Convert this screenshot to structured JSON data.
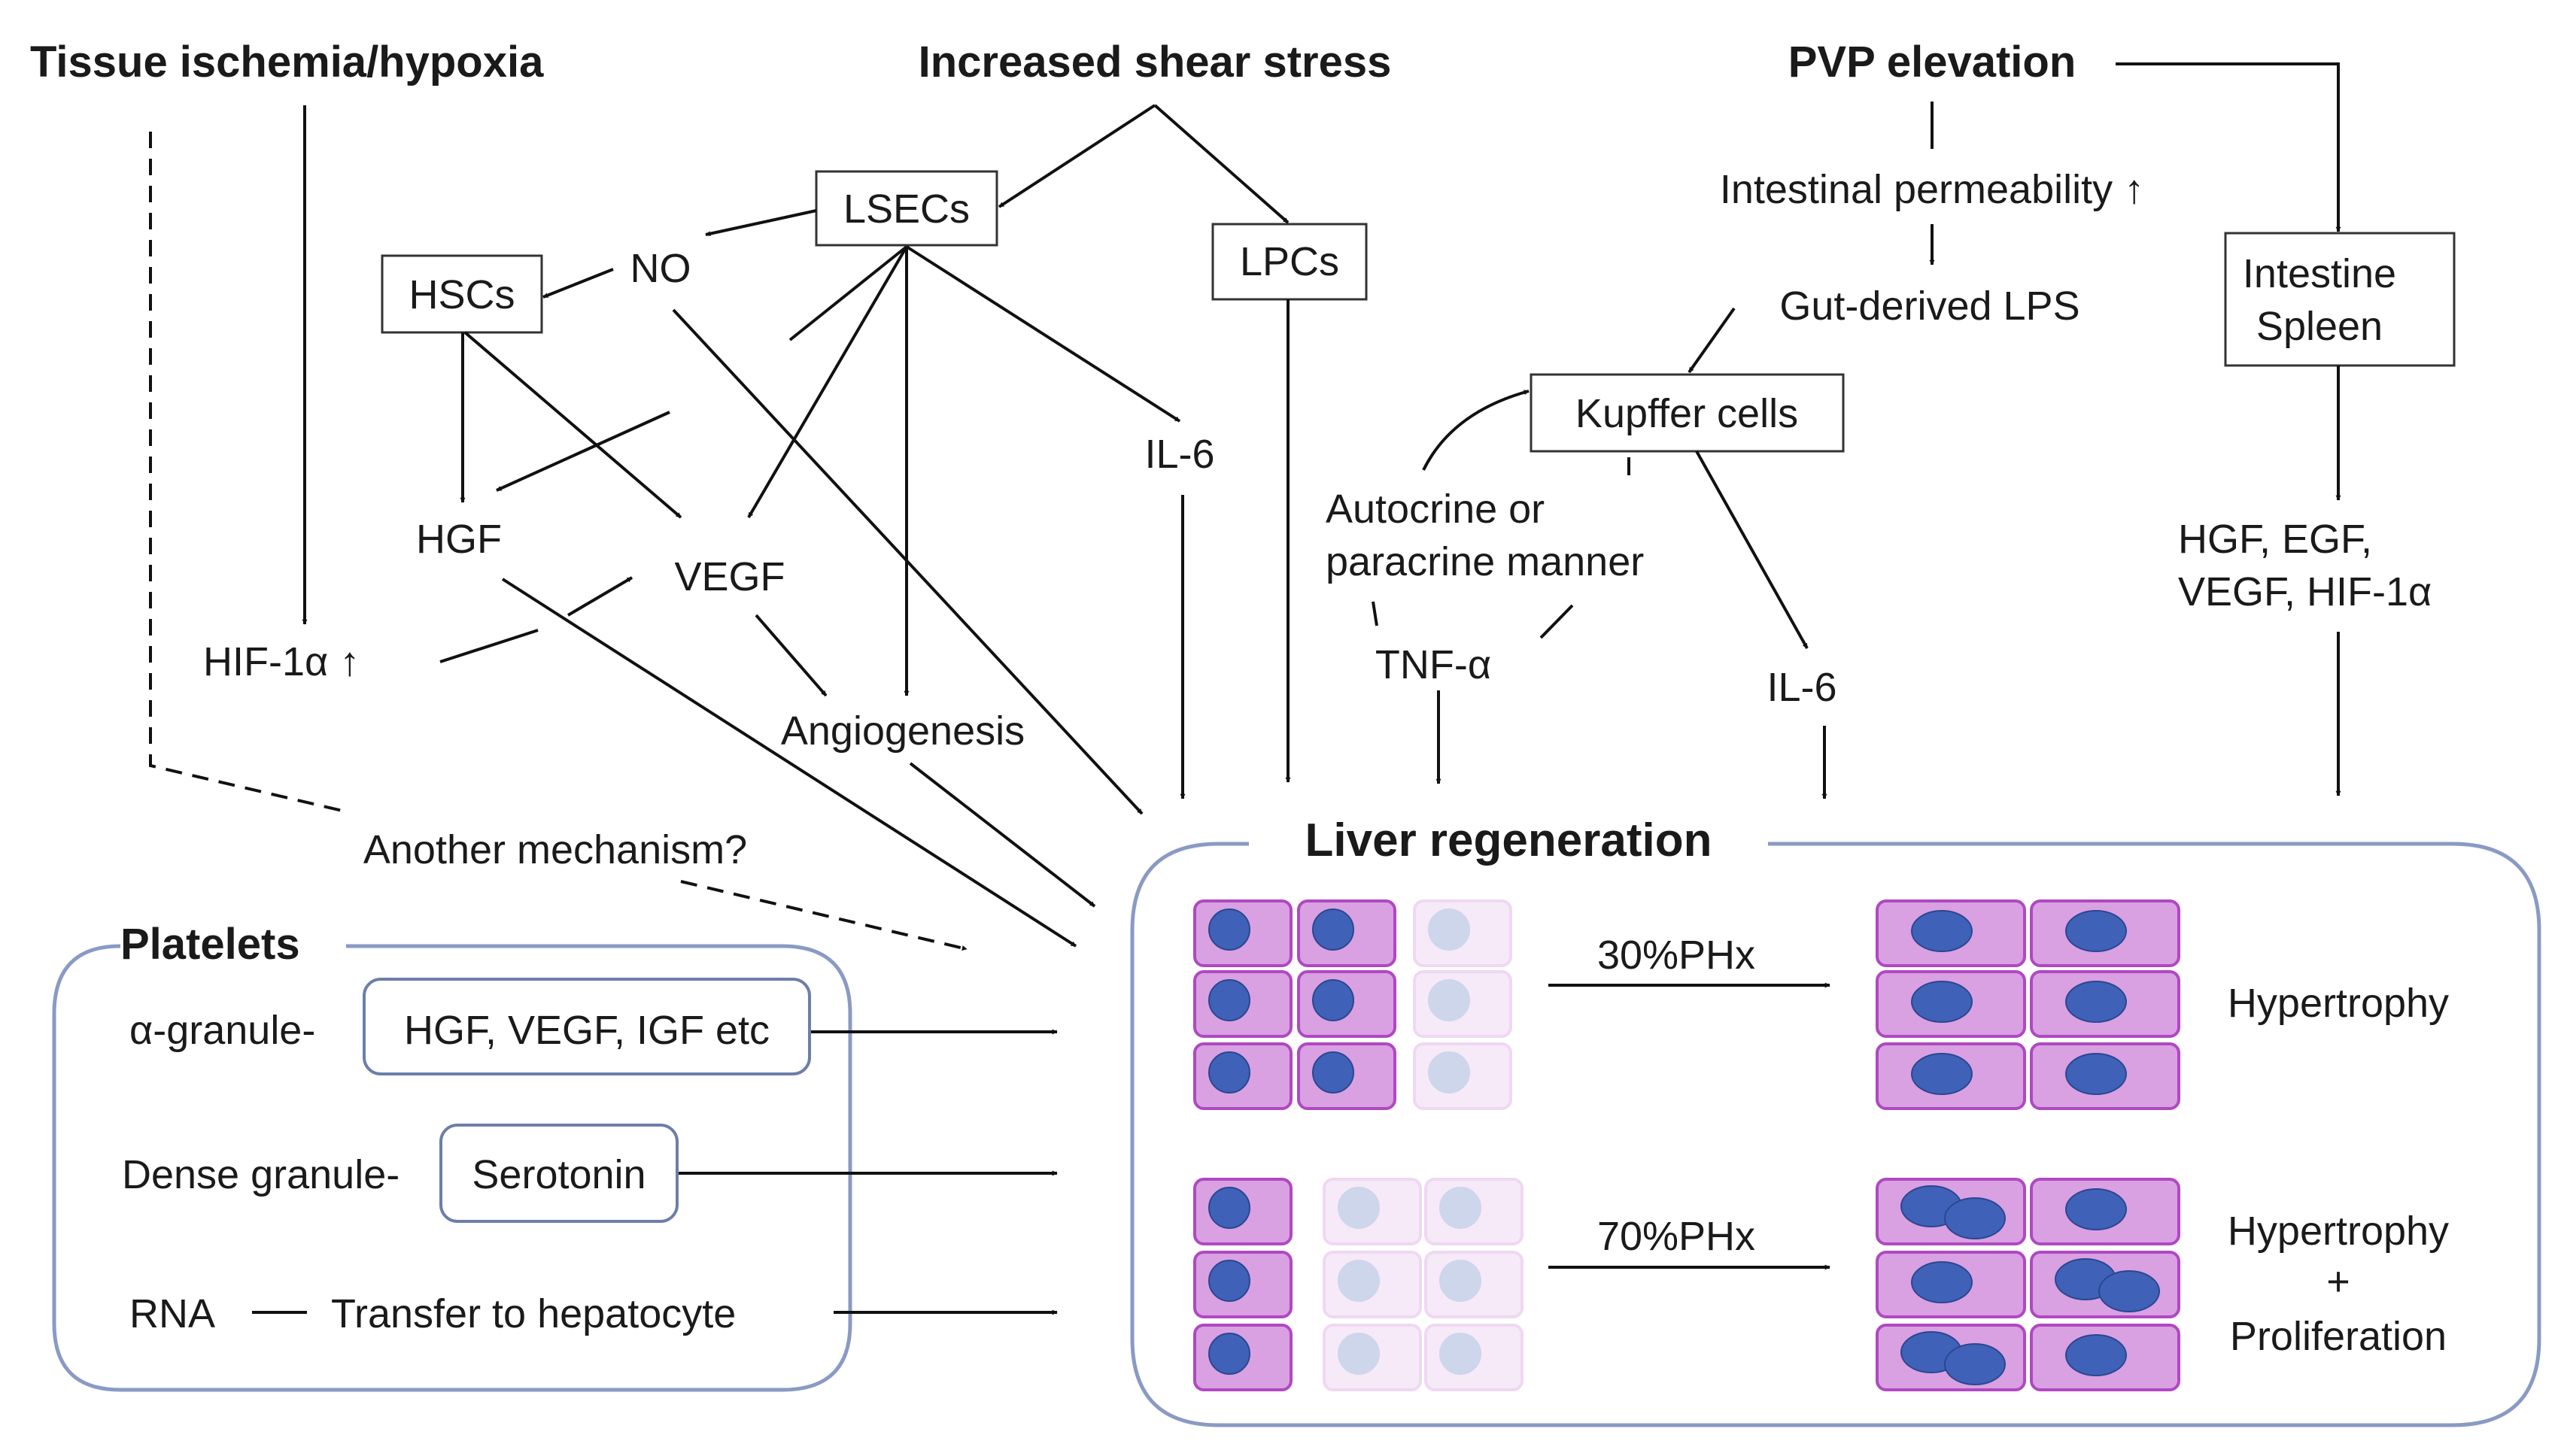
{
  "diagram": {
    "sources": {
      "tissue_ischemia": "Tissue ischemia/hypoxia",
      "shear_stress": "Increased shear stress",
      "pvp_elevation": "PVP elevation"
    },
    "cells": {
      "lsecs": "LSECs",
      "hscs": "HSCs",
      "lpcs": "LPCs",
      "kupffer": "Kupffer cells",
      "intestine": "Intestine",
      "spleen": "Spleen"
    },
    "factors": {
      "no": "NO",
      "hgf": "HGF",
      "vegf": "VEGF",
      "il6_a": "IL-6",
      "hif": "HIF-1α ↑",
      "angiogenesis": "Angiogenesis",
      "intestinal_perm": "Intestinal permeability ↑",
      "gut_lps": "Gut-derived LPS",
      "autocrine_1": "Autocrine or",
      "autocrine_2": "paracrine manner",
      "tnf": "TNF-α",
      "il6_b": "IL-6",
      "growth_1": "HGF, EGF,",
      "growth_2": "VEGF, HIF-1α",
      "another": "Another mechanism?"
    },
    "platelets": {
      "title": "Platelets",
      "alpha_label": "α-granule-",
      "alpha_box": "HGF, VEGF, IGF etc",
      "dense_label": "Dense granule-",
      "dense_box": "Serotonin",
      "rna_label": "RNA",
      "rna_target": "Transfer to hepatocyte"
    },
    "liver": {
      "title": "Liver regeneration",
      "phx30": "30%PHx",
      "phx70": "70%PHx",
      "hypertrophy": "Hypertrophy",
      "hypertrophy2": "Hypertrophy",
      "plus": "+",
      "proliferation": "Proliferation"
    }
  },
  "colors": {
    "cell_fill": "#d9a0e2",
    "cell_border": "#b048c2",
    "cell_faded_fill": "#f6e9f8",
    "cell_faded_border": "#efd8f2",
    "nucleus": "#3f62b8",
    "nucleus_faded": "#cdd6ea",
    "frame": "#8a9ac4"
  }
}
